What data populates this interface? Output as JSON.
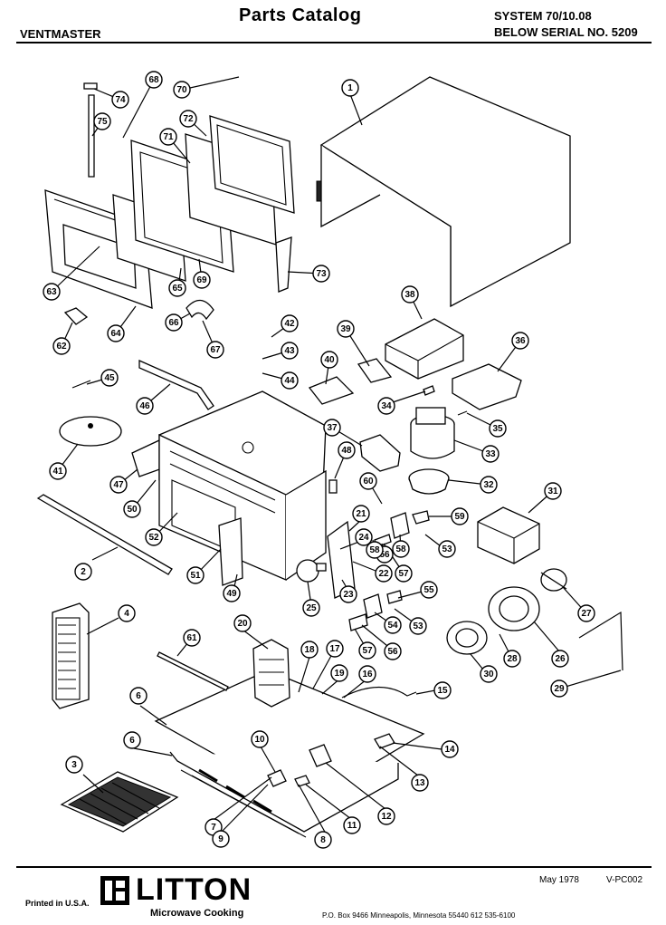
{
  "header": {
    "title": "Parts   Catalog",
    "brand": "VENTMASTER",
    "system_line": "SYSTEM 70/10.08",
    "serial_line": "BELOW SERIAL NO. 5209"
  },
  "diagram": {
    "callouts": [
      "1",
      "2",
      "3",
      "4",
      "6",
      "6",
      "7",
      "8",
      "9",
      "10",
      "11",
      "12",
      "13",
      "14",
      "15",
      "16",
      "17",
      "18",
      "19",
      "20",
      "21",
      "22",
      "23",
      "24",
      "25",
      "26",
      "27",
      "28",
      "29",
      "30",
      "31",
      "32",
      "33",
      "34",
      "35",
      "36",
      "37",
      "38",
      "39",
      "40",
      "41",
      "42",
      "43",
      "44",
      "45",
      "46",
      "47",
      "48",
      "49",
      "50",
      "51",
      "52",
      "53",
      "53",
      "54",
      "55",
      "56",
      "56",
      "57",
      "57",
      "58",
      "58",
      "59",
      "60",
      "61",
      "62",
      "63",
      "64",
      "65",
      "66",
      "67",
      "68",
      "69",
      "70",
      "71",
      "72",
      "73",
      "74",
      "75"
    ]
  },
  "footer": {
    "printed": "Printed in U.S.A.",
    "logo_text": "LITTON",
    "logo_sub": "Microwave Cooking",
    "date": "May 1978",
    "code": "V-PC002",
    "address": "P.O. Box 9466   Minneapolis, Minnesota 55440   612  535-6100"
  }
}
